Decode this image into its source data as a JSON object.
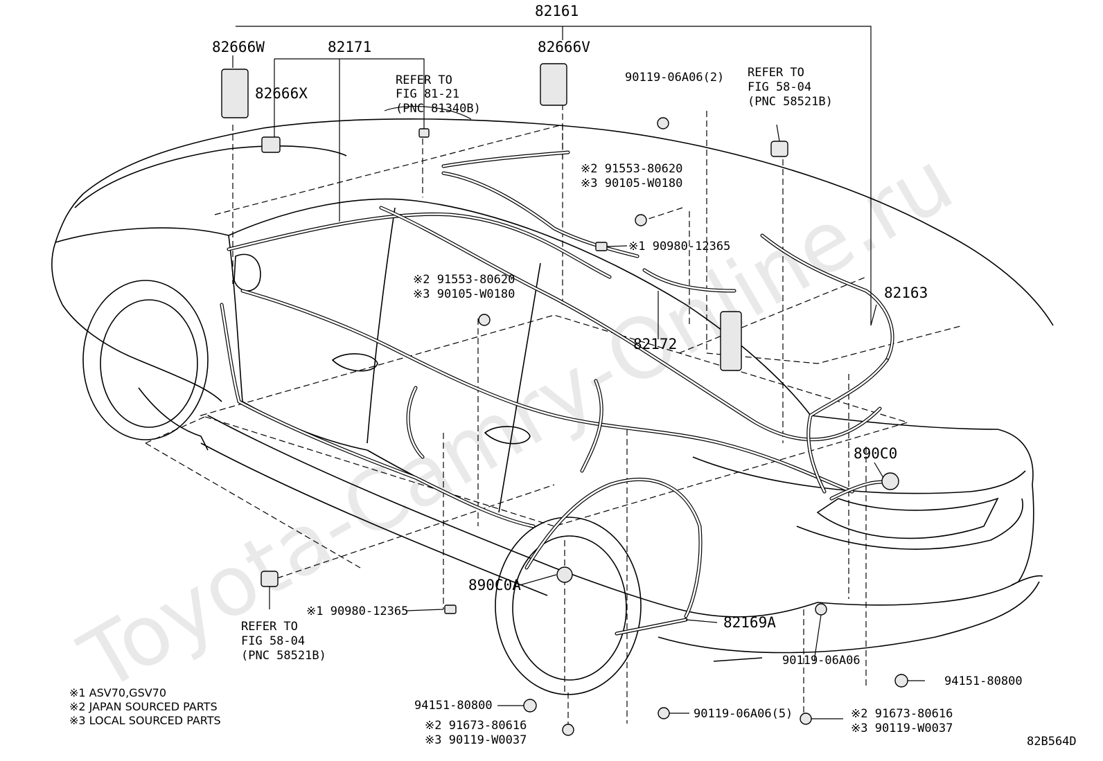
{
  "watermark": "Toyota-Camry-Online.ru",
  "labels": {
    "p82161": "82161",
    "p82666W": "82666W",
    "p82171": "82171",
    "p82666V": "82666V",
    "p82666X": "82666X",
    "refer_top_1": "REFER TO",
    "refer_top_2": "FIG 81-21",
    "refer_top_3": "(PNC 81340B)",
    "p90119_2": "90119-06A06(2)",
    "refer_tr_1": "REFER TO",
    "refer_tr_2": "FIG 58-04",
    "refer_tr_3": "(PNC 58521B)",
    "p91553_a": "※2 91553-80620",
    "p90105_a": "※3 90105-W0180",
    "p90980_a": "※1 90980-12365",
    "p91553_b": "※2 91553-80620",
    "p90105_b": "※3 90105-W0180",
    "p82163": "82163",
    "p82172": "82172",
    "p890C0": "890C0",
    "p890C0A": "890C0A",
    "p90980_b": "※1 90980-12365",
    "p82169A": "82169A",
    "refer_bl_1": "REFER TO",
    "refer_bl_2": "FIG 58-04",
    "refer_bl_3": "(PNC 58521B)",
    "p90119_r": "90119-06A06",
    "p94151_r": "94151-80800",
    "p94151_l": "94151-80800",
    "p90119_5": "90119-06A06(5)",
    "p91673_l": "※2 91673-80616",
    "p90119_W_l": "※3 90119-W0037",
    "p91673_r": "※2 91673-80616",
    "p90119_W_r": "※3 90119-W0037",
    "code": "82B564D"
  },
  "notes": [
    "※1 ASV70,GSV70",
    "※2 JAPAN SOURCED PARTS",
    "※3 LOCAL SOURCED PARTS"
  ]
}
